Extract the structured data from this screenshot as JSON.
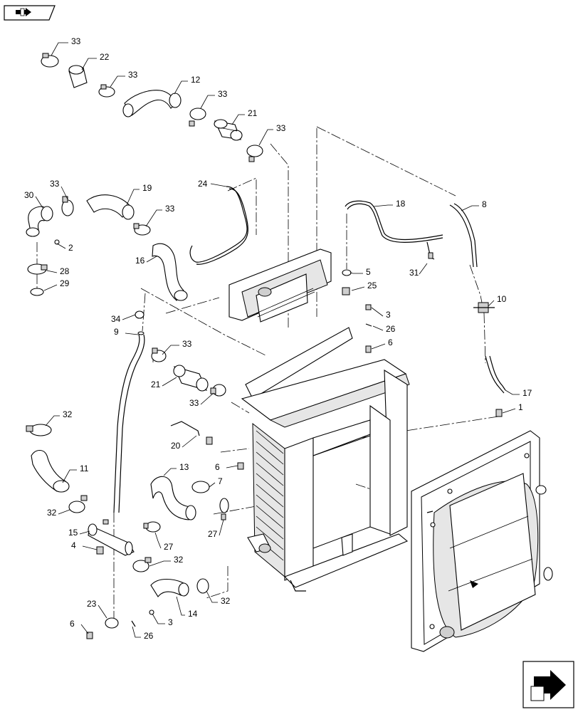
{
  "callouts": [
    {
      "label": "33"
    },
    {
      "label": "22"
    },
    {
      "label": "33"
    },
    {
      "label": "12"
    },
    {
      "label": "33"
    },
    {
      "label": "21"
    },
    {
      "label": "33"
    },
    {
      "label": "24"
    },
    {
      "label": "33"
    },
    {
      "label": "30"
    },
    {
      "label": "19"
    },
    {
      "label": "33"
    },
    {
      "label": "2"
    },
    {
      "label": "16"
    },
    {
      "label": "28"
    },
    {
      "label": "29"
    },
    {
      "label": "18"
    },
    {
      "label": "8"
    },
    {
      "label": "5"
    },
    {
      "label": "31"
    },
    {
      "label": "25"
    },
    {
      "label": "10"
    },
    {
      "label": "34"
    },
    {
      "label": "3"
    },
    {
      "label": "26"
    },
    {
      "label": "9"
    },
    {
      "label": "33"
    },
    {
      "label": "6"
    },
    {
      "label": "21"
    },
    {
      "label": "17"
    },
    {
      "label": "33"
    },
    {
      "label": "1"
    },
    {
      "label": "32"
    },
    {
      "label": "20"
    },
    {
      "label": "11"
    },
    {
      "label": "6"
    },
    {
      "label": "13"
    },
    {
      "label": "7"
    },
    {
      "label": "32"
    },
    {
      "label": "15"
    },
    {
      "label": "27"
    },
    {
      "label": "27"
    },
    {
      "label": "4"
    },
    {
      "label": "32"
    },
    {
      "label": "14"
    },
    {
      "label": "32"
    },
    {
      "label": "23"
    },
    {
      "label": "3"
    },
    {
      "label": "6"
    },
    {
      "label": "26"
    }
  ],
  "icons": [
    "book-arrow-icon",
    "next-page-arrow-icon"
  ]
}
